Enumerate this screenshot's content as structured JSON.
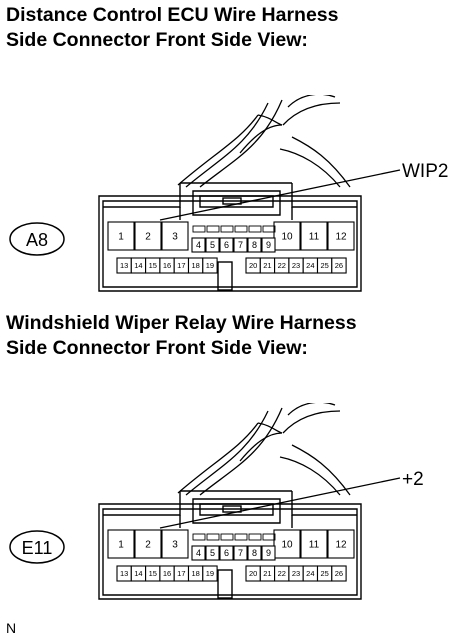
{
  "sections": [
    {
      "heading": [
        "Distance Control ECU Wire Harness",
        "Side Connector Front Side View:"
      ],
      "connector_code": "A8",
      "callout": "WIP2",
      "callout_pin": "3"
    },
    {
      "heading": [
        "Windshield Wiper Relay Wire Harness",
        "Side Connector Front Side View:"
      ],
      "connector_code": "E11",
      "callout": "+2",
      "callout_pin": "3"
    }
  ],
  "connector": {
    "big_pins": [
      "1",
      "2",
      "3",
      "10",
      "11",
      "12"
    ],
    "mid_pins": [
      "4",
      "5",
      "6",
      "7",
      "8",
      "9"
    ],
    "bottom_left_pins": [
      "13",
      "14",
      "15",
      "16",
      "17",
      "18",
      "19"
    ],
    "bottom_right_pins": [
      "20",
      "21",
      "22",
      "23",
      "24",
      "25",
      "26"
    ]
  },
  "footer": "N"
}
